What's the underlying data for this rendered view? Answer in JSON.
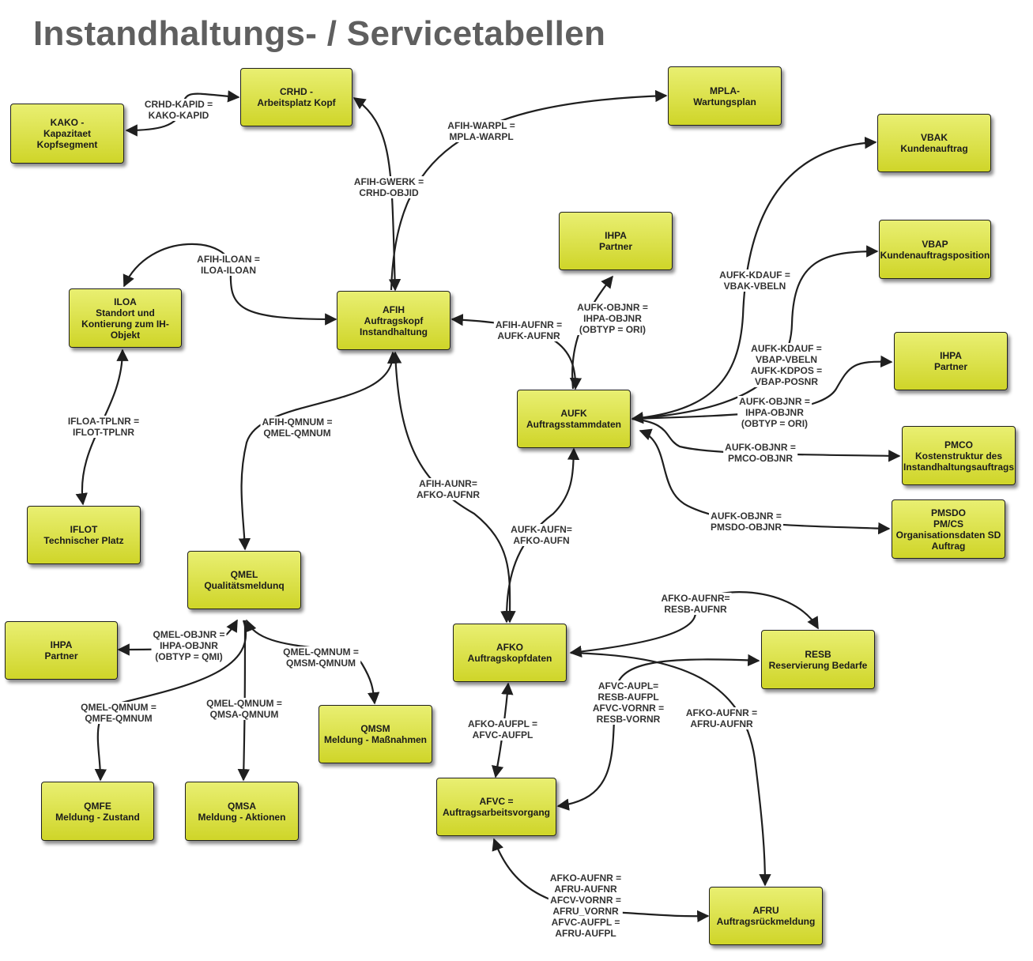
{
  "title": "Instandhaltungs- / Servicetabellen",
  "colors": {
    "node_fill_top": "#e9ef72",
    "node_fill_bottom": "#cfd529",
    "edge": "#1f1f1f",
    "title": "#5f5f5f"
  },
  "nodes": {
    "crhd": "CRHD -\nArbeitsplatz Kopf",
    "kako": "KAKO -\nKapazitaet\nKopfsegment",
    "mpla": "MPLA-\nWartungsplan",
    "vbak": "VBAK\nKundenauftrag",
    "vbap": "VBAP\nKundenauftragsposition",
    "ihpa_top": "IHPA\nPartner",
    "ihpa_right": "IHPA\nPartner",
    "ihpa_left": "IHPA\nPartner",
    "iloa": "ILOA\nStandort und\nKontierung zum IH-\nObjekt",
    "afih": "AFIH\nAuftragskopf\nInstandhaltung",
    "aufk": "AUFK\nAuftragsstammdaten",
    "pmco": "PMCO\nKostenstruktur des\nInstandhaltungsauftrags",
    "pmsdo": "PMSDO\nPM/CS\nOrganisationsdaten SD\nAuftrag",
    "iflot": "IFLOT\nTechnischer Platz",
    "qmel": "QMEL\nQualitätsmeldunq",
    "afko": "AFKO\nAuftragskopfdaten",
    "resb": "RESB\nReservierung Bedarfe",
    "qmsm": "QMSM\nMeldung - Maßnahmen",
    "qmfe": "QMFE\nMeldung - Zustand",
    "qmsa": "QMSA\nMeldung - Aktionen",
    "afvc": "AFVC =\nAuftragsarbeitsvorgang",
    "afru": "AFRU\nAuftragsrückmeldung"
  },
  "edge_labels": {
    "crhd_kako": "CRHD-KAPID =\nKAKO-KAPID",
    "afih_mpla": "AFIH-WARPL =\nMPLA-WARPL",
    "afih_crhd": "AFIH-GWERK =\nCRHD-OBJID",
    "afih_iloa": "AFIH-ILOAN =\nILOA-ILOAN",
    "afih_aufk": "AFIH-AUFNR =\nAUFK-AUFNR",
    "aufk_ihpa_top": "AUFK-OBJNR =\nIHPA-OBJNR\n(OBTYP = ORI)",
    "aufk_vbak": "AUFK-KDAUF =\nVBAK-VBELN",
    "aufk_vbap": "AUFK-KDAUF =\nVBAP-VBELN\nAUFK-KDPOS =\nVBAP-POSNR",
    "aufk_ihpa_right": "AUFK-OBJNR =\nIHPA-OBJNR\n(OBTYP = ORI)",
    "aufk_pmco": "AUFK-OBJNR =\nPMCO-OBJNR",
    "aufk_pmsdo": "AUFK-OBJNR =\nPMSDO-OBJNR",
    "iloa_iflot": "IFLOA-TPLNR =\nIFLOT-TPLNR",
    "afih_qmel": "AFIH-QMNUM =\nQMEL-QMNUM",
    "afih_afko": "AFIH-AUNR=\nAFKO-AUFNR",
    "afko_aufk": "AUFK-AUFN=\nAFKO-AUFN",
    "afko_resb": "AFKO-AUFNR=\nRESB-AUFNR",
    "qmel_ihpa": "QMEL-OBJNR =\nIHPA-OBJNR\n(OBTYP = QMI)",
    "qmel_qmsm": "QMEL-QMNUM =\nQMSM-QMNUM",
    "qmel_qmfe": "QMEL-QMNUM =\nQMFE-QMNUM",
    "qmel_qmsa": "QMEL-QMNUM =\nQMSA-QMNUM",
    "afko_afvc": "AFKO-AUFPL =\nAFVC-AUFPL",
    "afvc_resb": "AFVC-AUPL=\nRESB-AUFPL\nAFVC-VORNR =\nRESB-VORNR",
    "afko_afru": "AFKO-AUFNR =\nAFRU-AUFNR",
    "afvc_afru": "AFKO-AUFNR =\nAFRU-AUFNR\nAFCV-VORNR =\nAFRU_VORNR\nAFVC-AUFPL =\nAFRU-AUFPL"
  }
}
